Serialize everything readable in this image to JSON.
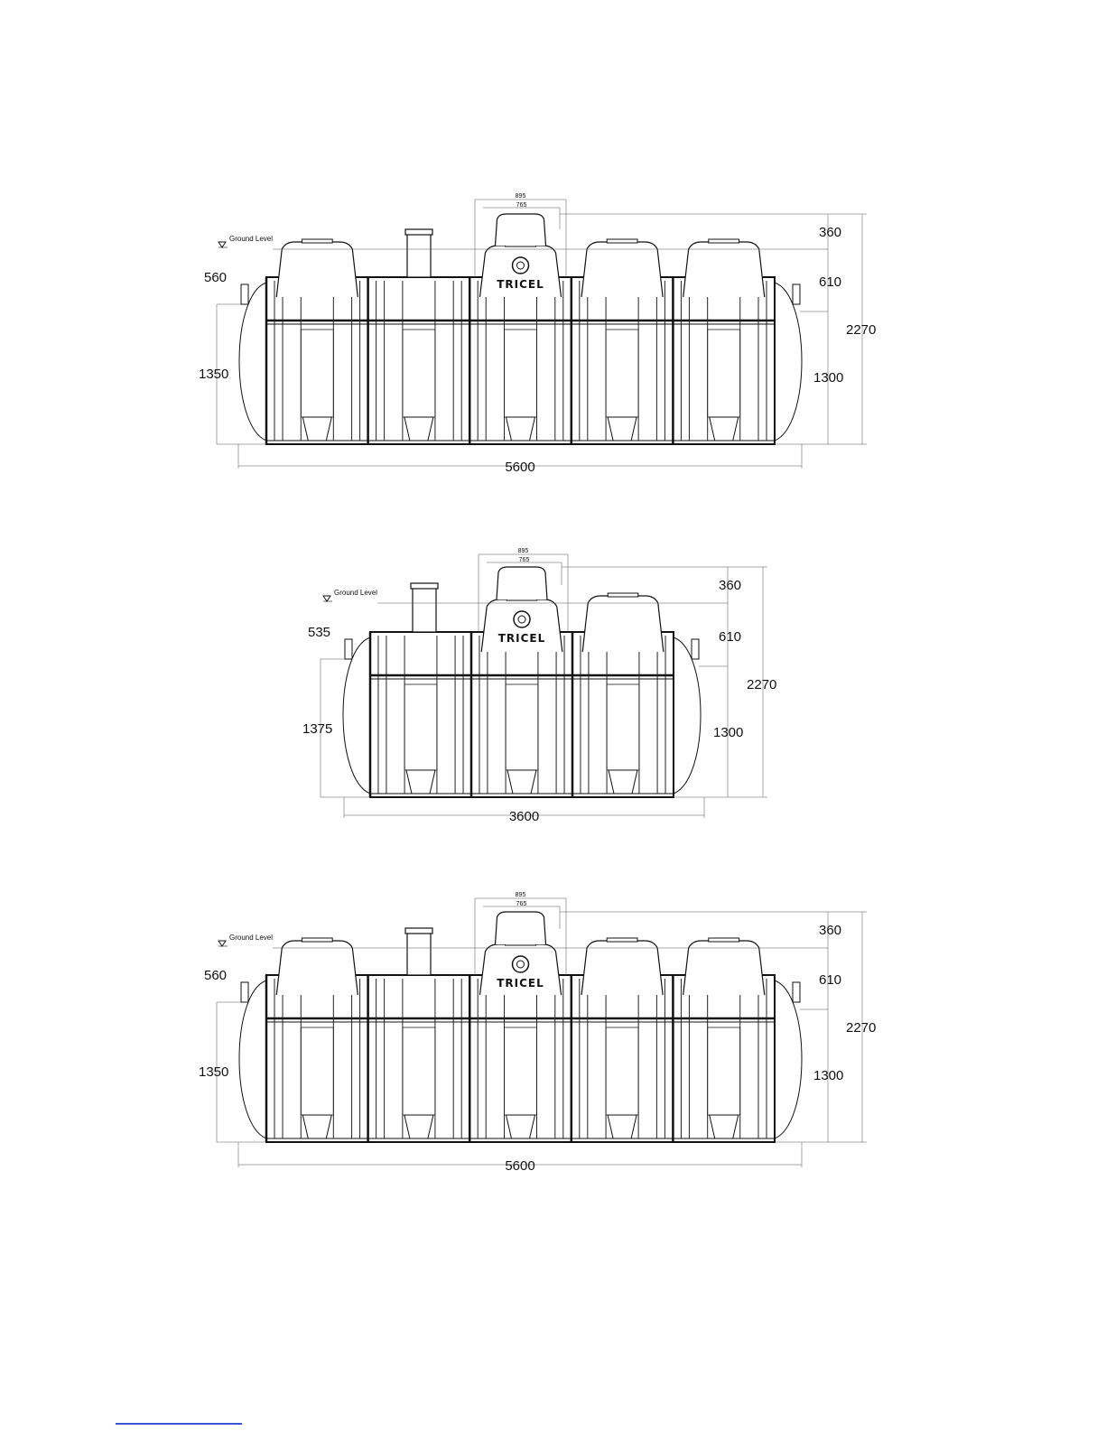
{
  "drawings": [
    {
      "brand": "TRICEL",
      "ground_label": "Ground Level",
      "dims": {
        "top_outer": "895",
        "top_inner": "765",
        "upper": "360",
        "mid": "610",
        "total": "2270",
        "right_body": "1300",
        "left_top": "560",
        "left_body": "1350",
        "length": "5600"
      },
      "modules": 5,
      "riser_index": 1,
      "logo_index": 2
    },
    {
      "brand": "TRICEL",
      "ground_label": "Ground Level",
      "dims": {
        "top_outer": "895",
        "top_inner": "765",
        "upper": "360",
        "mid": "610",
        "total": "2270",
        "right_body": "1300",
        "left_top": "535",
        "left_body": "1375",
        "length": "3600"
      },
      "modules": 3,
      "riser_index": 0,
      "logo_index": 1
    },
    {
      "brand": "TRICEL",
      "ground_label": "Ground Level",
      "dims": {
        "top_outer": "895",
        "top_inner": "765",
        "upper": "360",
        "mid": "610",
        "total": "2270",
        "right_body": "1300",
        "left_top": "560",
        "left_body": "1350",
        "length": "5600"
      },
      "modules": 5,
      "riser_index": 1,
      "logo_index": 2
    }
  ]
}
